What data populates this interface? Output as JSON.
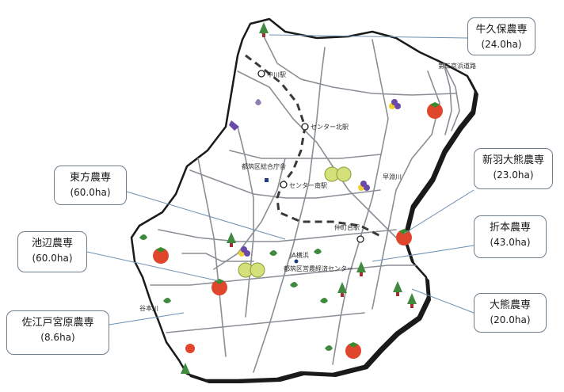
{
  "farms": [
    {
      "name": "牛久保農専",
      "area": "(24.0ha)"
    },
    {
      "name": "東方農専",
      "area": "(60.0ha)"
    },
    {
      "name": "池辺農専",
      "area": "(60.0ha)"
    },
    {
      "name": "佐江戸宮原農専",
      "area": "(8.6ha)"
    },
    {
      "name": "新羽大熊農専",
      "area": "(23.0ha)"
    },
    {
      "name": "折本農専",
      "area": "(43.0ha)"
    },
    {
      "name": "大熊農専",
      "area": "(20.0ha)"
    }
  ],
  "stations": {
    "nakagawa": "中川駅",
    "center_kita": "センター北駅",
    "center_minami": "センター南駅",
    "nakamachidai": "仲町台駅"
  },
  "landmarks": {
    "ward_office": "都筑区総合庁舎",
    "ja_line1": "JA横浜",
    "ja_line2": "都筑区営農経済センター",
    "tomei": "第三京浜道路",
    "hayabuchi": "早淵川",
    "yagami": "谷本川"
  },
  "colors": {
    "boundary": "#1a1a1a",
    "road": "#8a8f96",
    "rail": "#3a3a3a",
    "leader": "#6f8fb0",
    "callout_border": "#6f7e8c",
    "tomato": "#e0462c",
    "pear": "#d4e07a",
    "pansy": "#6a4aa8",
    "tree": "#3f8a3f"
  },
  "icons": [
    "tomato-icon",
    "pear-icon",
    "pansy-icon",
    "tree-icon",
    "leaf-icon",
    "station-icon"
  ]
}
